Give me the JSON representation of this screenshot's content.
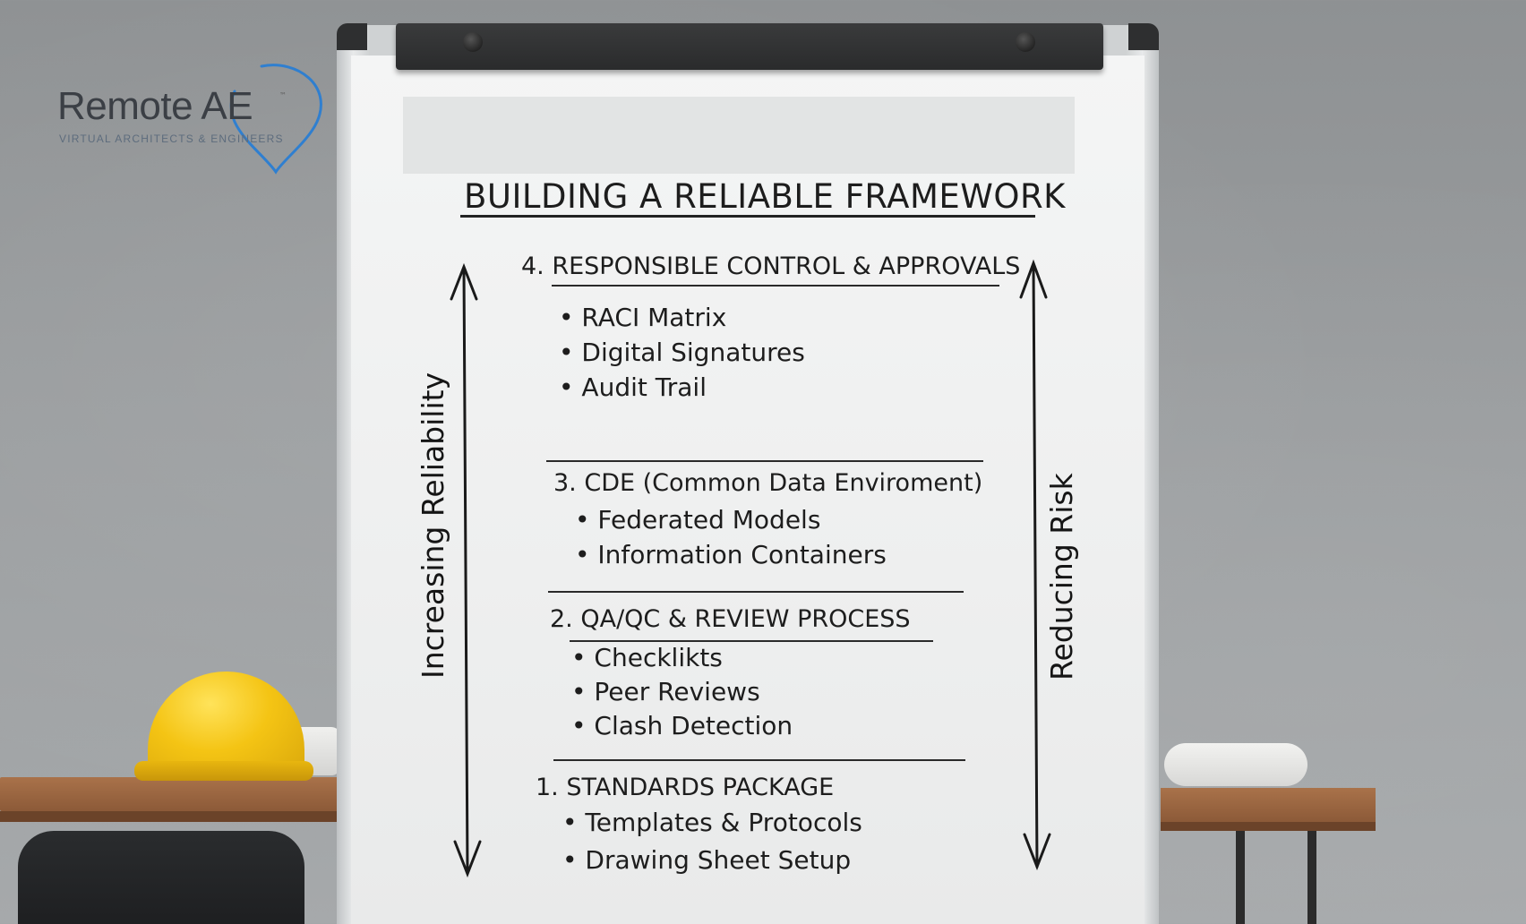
{
  "logo": {
    "name": "Remote AE",
    "trademark": "™",
    "tagline": "VIRTUAL ARCHITECTS & ENGINEERS",
    "accent_color": "#2f7fd0"
  },
  "board": {
    "title": "BUILDING A RELIABLE FRAMEWORK",
    "left_axis_label": "Increasing Reliability",
    "right_axis_label": "Reducing Risk",
    "sections": [
      {
        "heading": "4. RESPONSIBLE CONTROL & APPROVALS",
        "items": [
          "RACI Matrix",
          "Digital Signatures",
          "Audit Trail"
        ]
      },
      {
        "heading": "3. CDE (Common Data Enviroment)",
        "items": [
          "Federated Models",
          "Information Containers"
        ]
      },
      {
        "heading": "2. QA/QC & REVIEW PROCESS",
        "items": [
          "Checklikts",
          "Peer Reviews",
          "Clash Detection"
        ]
      },
      {
        "heading": "1. STANDARDS PACKAGE",
        "items": [
          "Templates & Protocols",
          "Drawing Sheet Setup"
        ]
      }
    ],
    "bullet_char": "•"
  }
}
